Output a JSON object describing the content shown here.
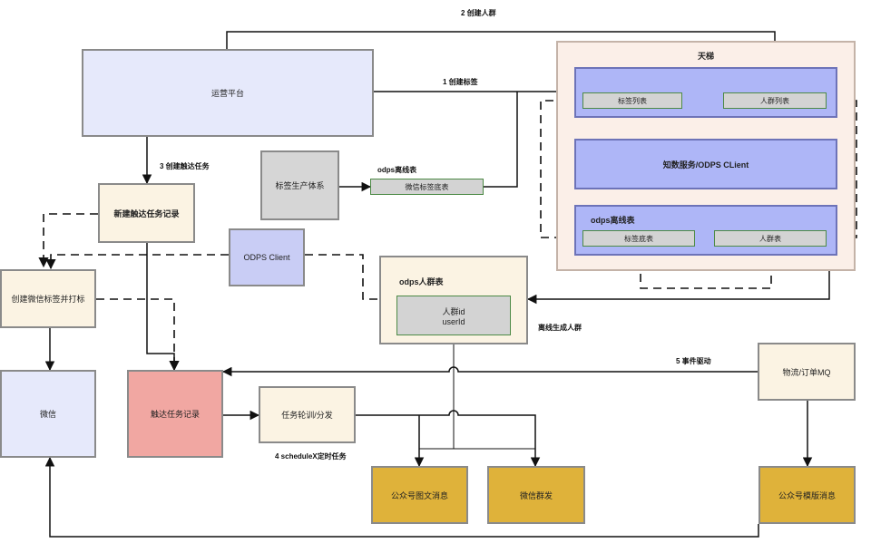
{
  "nodes": {
    "ops_platform": "运营平台",
    "tianti": "天梯",
    "tag_list": "标签列表",
    "crowd_list": "人群列表",
    "odps_client_service": "知数服务/ODPS CLient",
    "odps_offline_label_top": "odps离线表",
    "tag_base_table": "标签底表",
    "crowd_table": "人群表",
    "tag_production": "标签生产体系",
    "odps_offline_label_mid": "odps离线表",
    "wechat_tag_table": "微信标签底表",
    "new_task_record": "新建触达任务记录",
    "odps_client": "ODPS Client",
    "odps_crowd_table": "odps人群表",
    "crowd_fields": "人群id\nuserId",
    "offline_crowd": "离线生成人群",
    "create_wechat_tag": "创建微信标签并打标",
    "wechat": "微信",
    "task_record": "触达任务记录",
    "task_poll": "任务轮训/分发",
    "mq": "物流/订单MQ",
    "official_article": "公众号图文消息",
    "wechat_group_send": "微信群发",
    "official_template": "公众号模版消息"
  },
  "edges": {
    "create_crowd": "2 创建人群",
    "create_tag": "1 创建标签",
    "create_task": "3 创建触达任务",
    "event_driven": "5 事件驱动",
    "schedule_task": "4 scheduleX定时任务"
  },
  "colors": {
    "blue_box": "#e6e9fb",
    "cream_box": "#fbf3e3",
    "gray_box": "#d6d6d6",
    "lavender_box": "#c9cdf5",
    "pink_box": "#f1a7a2",
    "gold_box": "#dfb23a",
    "tianti_bg": "#fbefe8",
    "strip_blue": "#aeb6f7",
    "green_border": "#4d8a46"
  }
}
